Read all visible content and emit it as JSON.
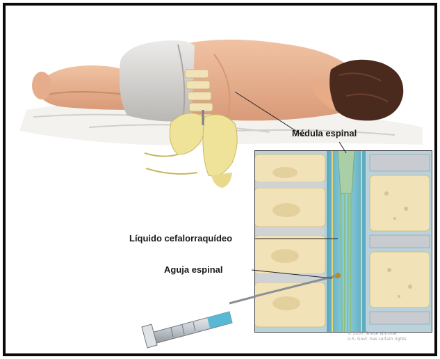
{
  "labels": {
    "spinal_cord": "Médula espinal",
    "csf": "Líquido cefalorraquídeo",
    "spinal_needle": "Aguja espinal"
  },
  "copyright": {
    "line1": "© 2007 Terese Winslow",
    "line2": "U.S. Govt. has certain rights"
  },
  "colors": {
    "frame": "#0a0a0a",
    "skin": "#e9b391",
    "hair": "#4a2a1c",
    "gloves": "#efe39a",
    "vertebra": "#f1e2b8",
    "disc": "#c8ccd0",
    "spinal_cord": "#aacfa6",
    "csf": "#6fb7c9",
    "syringe_fluid": "#59b8d6"
  }
}
